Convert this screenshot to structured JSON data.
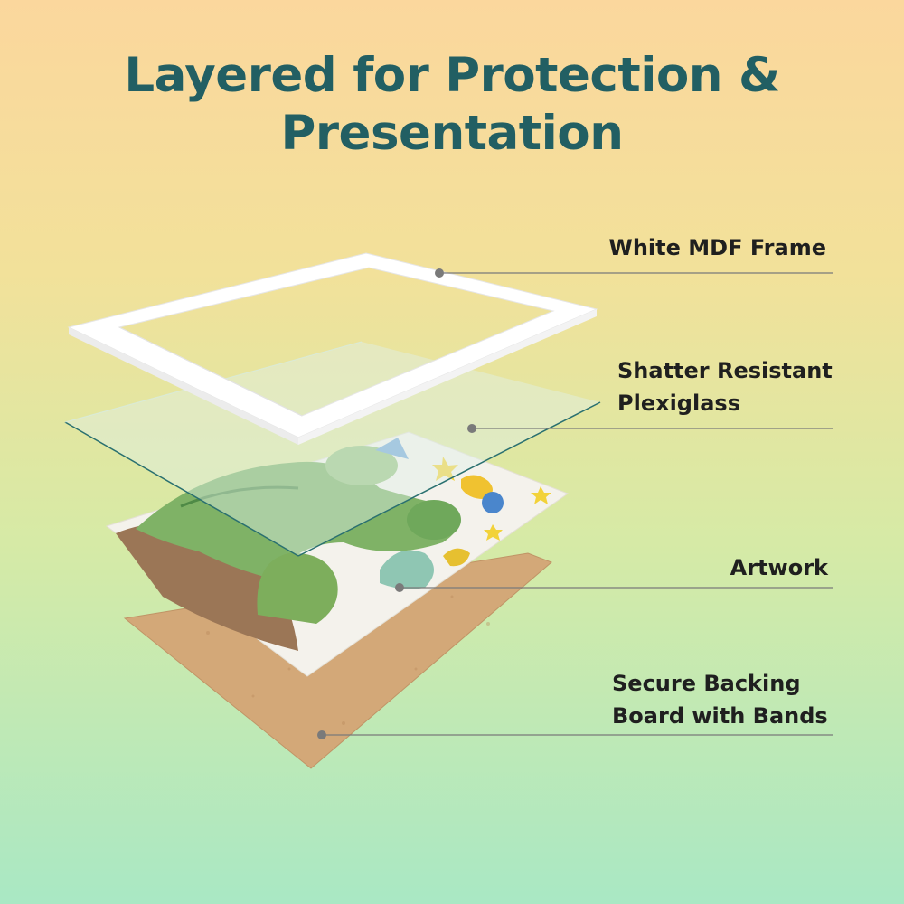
{
  "title": {
    "line1": "Layered for Protection &",
    "line2": "Presentation"
  },
  "layers": [
    {
      "line1": "White MDF Frame",
      "line2": ""
    },
    {
      "line1": "Shatter Resistant",
      "line2": "Plexiglass"
    },
    {
      "line1": "Artwork",
      "line2": ""
    },
    {
      "line1": "Secure Backing",
      "line2": "Board with Bands"
    }
  ],
  "colors": {
    "title": "#225f63",
    "label": "#1f1f1f",
    "leader_line": "#7a7a7a",
    "frame": "#ffffff",
    "backing_board": "#d3a878"
  }
}
